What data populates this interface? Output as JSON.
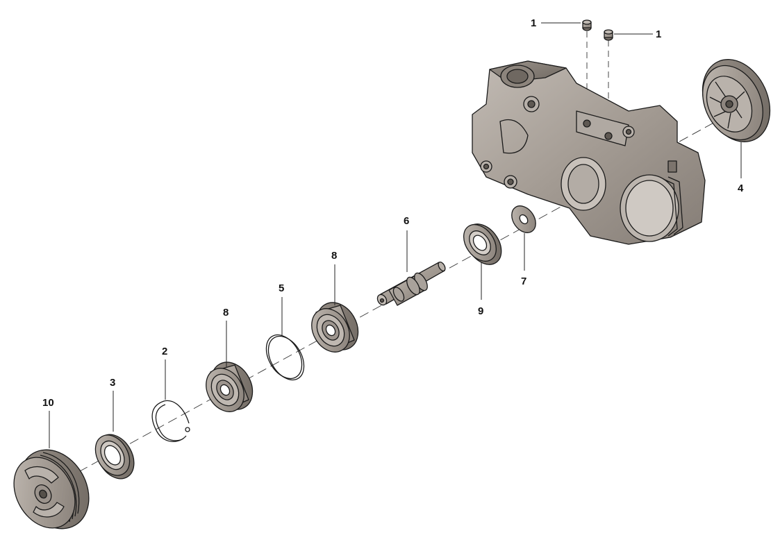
{
  "diagram": {
    "colors": {
      "part_fill": "#a39b93",
      "part_dark": "#7f7770",
      "part_light": "#c6c0b9",
      "line": "#1a1a1a",
      "leader": "#222222"
    },
    "callouts": {
      "c1a": "1",
      "c1b": "1",
      "c2": "2",
      "c3": "3",
      "c4": "4",
      "c5": "5",
      "c6": "6",
      "c7": "7",
      "c8a": "8",
      "c8b": "8",
      "c9": "9",
      "c10": "10"
    },
    "parts": {
      "p1": "bolt-icon",
      "p2": "circlip-icon",
      "p3": "seal-ring-icon",
      "p4": "impeller-icon",
      "p5": "snap-ring-icon",
      "p6": "shaft-icon",
      "p7": "washer-icon",
      "p8": "ball-bearing-icon",
      "p9": "shaft-seal-icon",
      "p10": "pulley-icon",
      "housing": "pump-housing-icon"
    }
  }
}
